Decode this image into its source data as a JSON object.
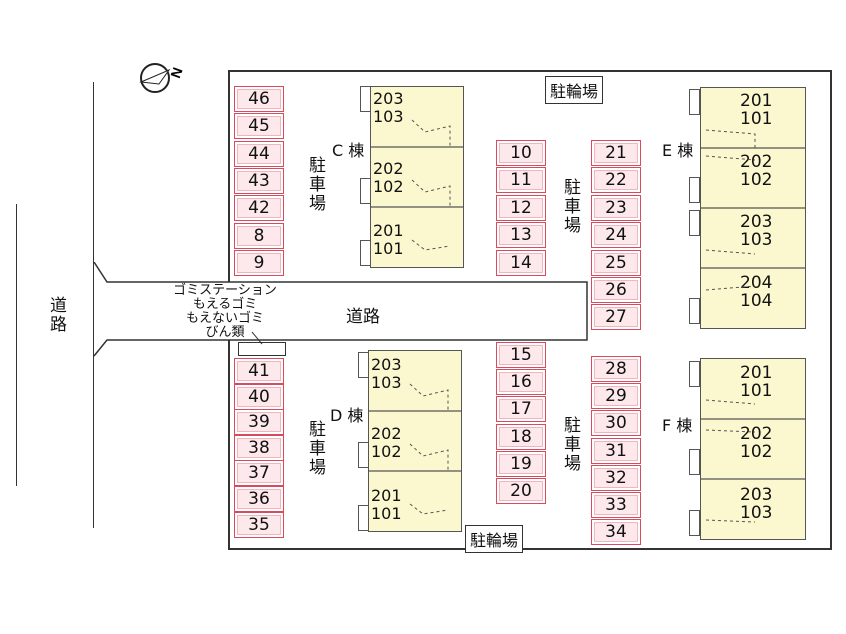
{
  "road_label": "道路",
  "road_label_left": "道路",
  "parking_label": "駐車場",
  "bike_parking_top": "駐輪場",
  "bike_parking_bottom": "駐輪場",
  "garbage": [
    "ゴミステーション",
    "もえるゴミ",
    "もえないゴミ",
    "びん類"
  ],
  "compass_icon": "north-arrow-icon",
  "buildings": {
    "C": {
      "label": "C 棟",
      "units": [
        [
          "203",
          "103"
        ],
        [
          "202",
          "102"
        ],
        [
          "201",
          "101"
        ]
      ]
    },
    "D": {
      "label": "D 棟",
      "units": [
        [
          "203",
          "103"
        ],
        [
          "202",
          "102"
        ],
        [
          "201",
          "101"
        ]
      ]
    },
    "E": {
      "label": "E 棟",
      "units": [
        [
          "201",
          "101"
        ],
        [
          "202",
          "102"
        ],
        [
          "203",
          "103"
        ],
        [
          "204",
          "104"
        ]
      ]
    },
    "F": {
      "label": "F 棟",
      "units": [
        [
          "201",
          "101"
        ],
        [
          "202",
          "102"
        ],
        [
          "203",
          "103"
        ]
      ]
    }
  },
  "parking": {
    "left_top": [
      "46",
      "45",
      "44",
      "43",
      "42",
      "8",
      "9"
    ],
    "left_bottom": [
      "41",
      "40",
      "39",
      "38",
      "37",
      "36",
      "35"
    ],
    "mid_top": [
      "10",
      "11",
      "12",
      "13",
      "14"
    ],
    "mid_bottom": [
      "15",
      "16",
      "17",
      "18",
      "19",
      "20"
    ],
    "right_col": [
      "21",
      "22",
      "23",
      "24",
      "25",
      "26",
      "27"
    ],
    "right_col_bottom": [
      "28",
      "29",
      "30",
      "31",
      "32",
      "33",
      "34"
    ]
  },
  "colors": {
    "spot_border": "#d84a5c",
    "building_fill": "#fbf8cf"
  }
}
